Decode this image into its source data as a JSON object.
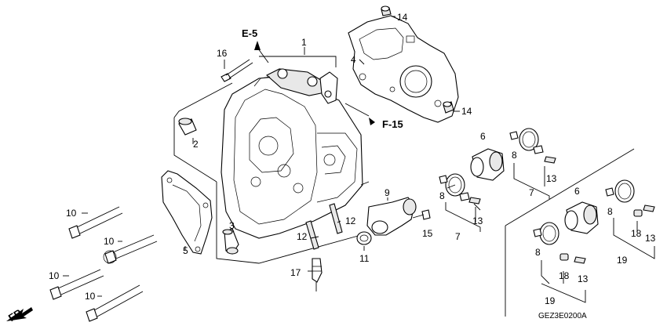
{
  "diagram": {
    "code": "GEZ3E0200A",
    "direction": "FR.",
    "refs": {
      "e5": "E-5",
      "f15": "F-15"
    },
    "callouts": {
      "c1": "1",
      "c2": "2",
      "c3": "3",
      "c4": "4",
      "c5": "5",
      "c6a": "6",
      "c6b": "6",
      "c7a": "7",
      "c7b": "7",
      "c8a": "8",
      "c8b": "8",
      "c8c": "8",
      "c8d": "8",
      "c9": "9",
      "c10a": "10",
      "c10b": "10",
      "c10c": "10",
      "c10d": "10",
      "c11": "11",
      "c12a": "12",
      "c12b": "12",
      "c13a": "13",
      "c13b": "13",
      "c13c": "13",
      "c13d": "13",
      "c14a": "14",
      "c14b": "14",
      "c15": "15",
      "c16": "16",
      "c17": "17",
      "c18a": "18",
      "c18b": "18",
      "c19a": "19",
      "c19b": "19"
    }
  }
}
